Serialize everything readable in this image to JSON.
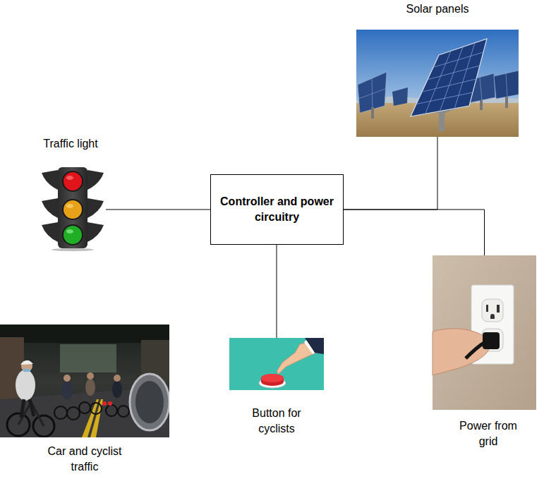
{
  "diagram": {
    "nodes": [
      {
        "text": [
          "Solar panels"
        ]
      },
      {
        "text": [
          "Traffic light"
        ]
      },
      {
        "text": [
          "Controller and power circuitry"
        ]
      },
      {
        "text": [
          "Car and cyclist traffic"
        ]
      },
      {
        "text": [
          "Button for cyclists"
        ]
      },
      {
        "text": [
          "Power from grid"
        ]
      }
    ],
    "edges": [
      {
        "from": 1,
        "to": 2,
        "arrow": "none"
      },
      {
        "from": 2,
        "to": 0,
        "arrow": "none"
      },
      {
        "from": 2,
        "to": 4,
        "arrow": "none"
      },
      {
        "from": 2,
        "to": 5,
        "arrow": "none"
      }
    ]
  }
}
